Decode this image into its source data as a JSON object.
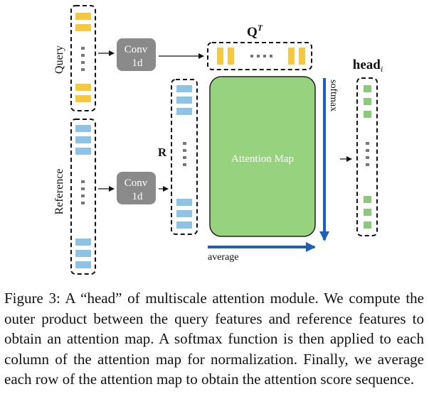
{
  "diagram": {
    "query_label": "Query",
    "reference_label": "Reference",
    "conv_top": {
      "line1": "Conv",
      "line2": "1d"
    },
    "conv_bottom": {
      "line1": "Conv",
      "line2": "1d"
    },
    "qt_main": "Q",
    "qt_sup": "T",
    "r_label": "R",
    "attention_map_label": "Attention Map",
    "softmax_label": "softmax",
    "average_label": "average",
    "head_main": "head",
    "head_sub": "i",
    "ellipsis": "....",
    "colors": {
      "query_bar": "#f5c842",
      "reference_bar": "#8fc3e6",
      "head_bar": "#8dc97a",
      "attention_map": "#97d37f",
      "conv_box": "#8a8a8a",
      "arrow_blue": "#1f5fb8"
    }
  },
  "caption": "Figure 3: A “head” of multiscale attention module. We compute the outer product between the query features and reference features to obtain an attention map. A softmax function is then applied to each column of the attention map for normalization. Finally, we average each row of the attention map to obtain the attention score sequence."
}
